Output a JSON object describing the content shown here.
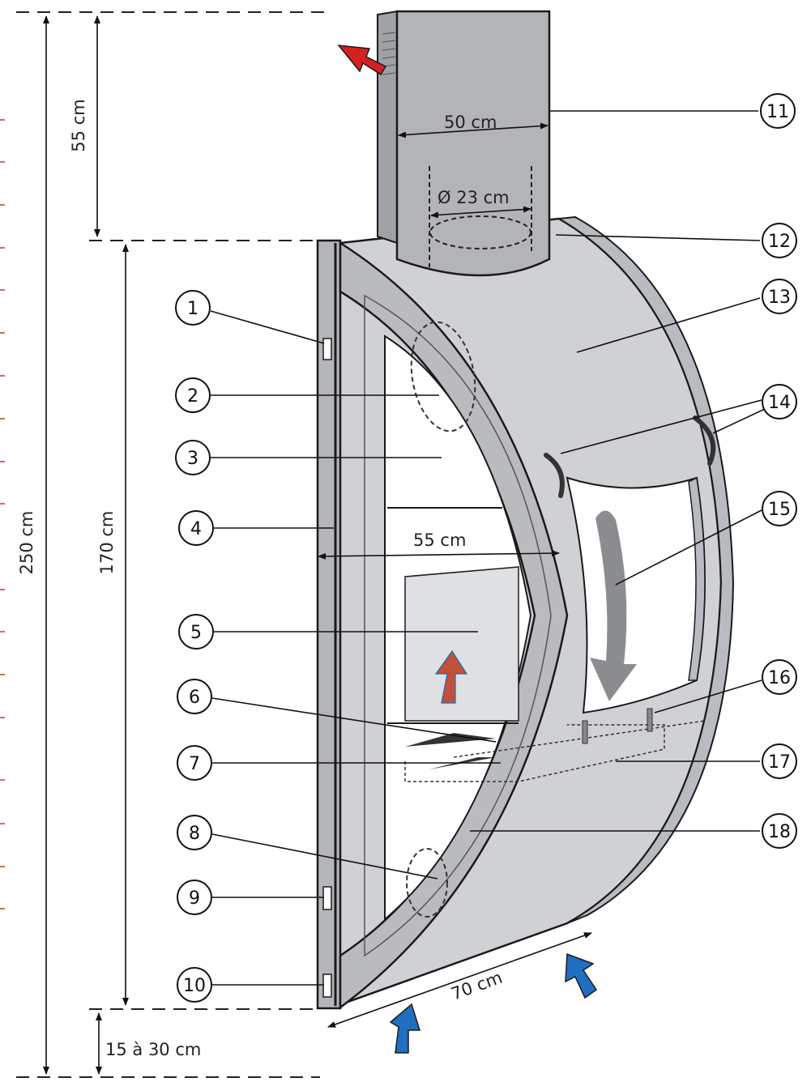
{
  "dimensions": {
    "total_height": "250 cm",
    "chimney_height": "55 cm",
    "body_height": "170 cm",
    "floor_clearance": "15 à 30 cm",
    "chimney_width": "50 cm",
    "flue_diameter": "Ø 23 cm",
    "inner_width": "55 cm",
    "base_depth": "70 cm"
  },
  "callouts": [
    "1",
    "2",
    "3",
    "4",
    "5",
    "6",
    "7",
    "8",
    "9",
    "10",
    "11",
    "12",
    "13",
    "14",
    "15",
    "16",
    "17",
    "18"
  ],
  "colors": {
    "body": "#cfd1d4",
    "body_dark": "#a9acb0",
    "chimney": "#b2b4b8",
    "outline": "#1a1a1a",
    "hot_air_arrow": "#d42020",
    "cold_air_arrow": "#1f6fc2",
    "fire_panel": "#dfe0e3",
    "flow_arrow": "#8a8c8f"
  },
  "icons": [
    "hot-air-outlet-arrow",
    "cold-air-inlet-arrow",
    "convection-flow-arrow",
    "flame-arrow"
  ]
}
